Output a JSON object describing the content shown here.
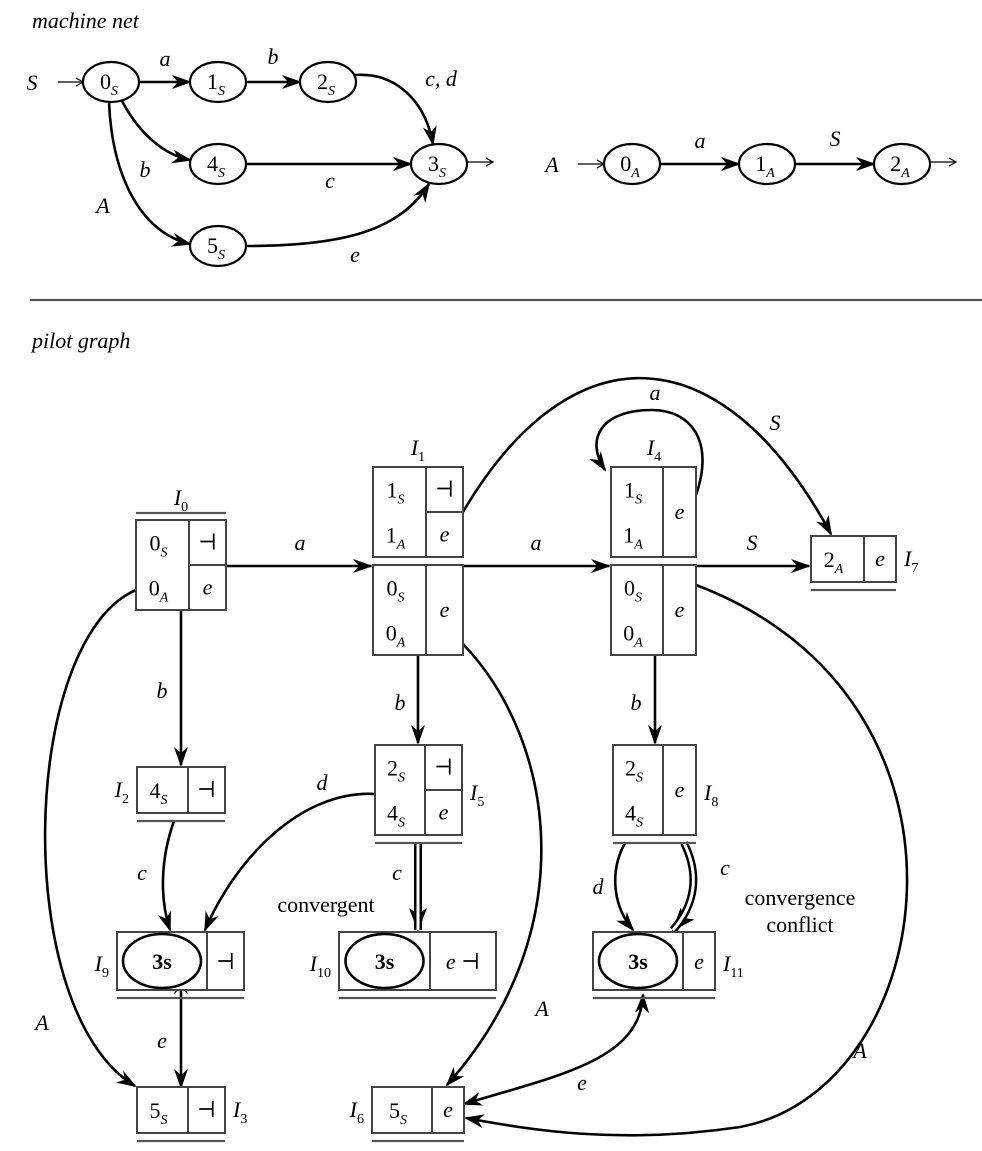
{
  "sections": {
    "machine_net_title": "machine net",
    "pilot_graph_title": "pilot graph"
  },
  "machine_net": {
    "machines": [
      {
        "name": "S",
        "states": [
          {
            "id": "0S",
            "num": "0",
            "sub": "S",
            "initial": true,
            "final": false
          },
          {
            "id": "1S",
            "num": "1",
            "sub": "S",
            "initial": false,
            "final": false
          },
          {
            "id": "2S",
            "num": "2",
            "sub": "S",
            "initial": false,
            "final": false
          },
          {
            "id": "3S",
            "num": "3",
            "sub": "S",
            "initial": false,
            "final": true
          },
          {
            "id": "4S",
            "num": "4",
            "sub": "S",
            "initial": false,
            "final": false
          },
          {
            "id": "5S",
            "num": "5",
            "sub": "S",
            "initial": false,
            "final": false
          }
        ],
        "transitions": [
          {
            "from": "0S",
            "to": "1S",
            "label": "a"
          },
          {
            "from": "1S",
            "to": "2S",
            "label": "b"
          },
          {
            "from": "2S",
            "to": "3S",
            "label": "c, d"
          },
          {
            "from": "0S",
            "to": "4S",
            "label": "b"
          },
          {
            "from": "4S",
            "to": "3S",
            "label": "c"
          },
          {
            "from": "0S",
            "to": "5S",
            "label": "A"
          },
          {
            "from": "5S",
            "to": "3S",
            "label": "e"
          }
        ]
      },
      {
        "name": "A",
        "states": [
          {
            "id": "0A",
            "num": "0",
            "sub": "A",
            "initial": true,
            "final": false
          },
          {
            "id": "1A",
            "num": "1",
            "sub": "A",
            "initial": false,
            "final": false
          },
          {
            "id": "2A",
            "num": "2",
            "sub": "A",
            "initial": false,
            "final": true
          }
        ],
        "transitions": [
          {
            "from": "0A",
            "to": "1A",
            "label": "a"
          },
          {
            "from": "1A",
            "to": "2A",
            "label": "S"
          }
        ]
      }
    ]
  },
  "pilot_graph": {
    "end_marker": "⊣",
    "nodes": [
      {
        "id": "I0",
        "name": "I",
        "index": "0",
        "groups": [
          {
            "rows": [
              {
                "state": "0",
                "sub": "S",
                "la": "⊣"
              },
              {
                "state": "0",
                "sub": "A",
                "la": "e"
              }
            ]
          }
        ]
      },
      {
        "id": "I1",
        "name": "I",
        "index": "1",
        "groups": [
          {
            "rows": [
              {
                "state": "1",
                "sub": "S",
                "la": "⊣"
              },
              {
                "state": "1",
                "sub": "A",
                "la": "e"
              }
            ]
          },
          {
            "rows": [
              {
                "state": "0",
                "sub": "S",
                "la": "e"
              },
              {
                "state": "0",
                "sub": "A",
                "la": "e"
              }
            ],
            "merged_la": "e"
          }
        ]
      },
      {
        "id": "I2",
        "name": "I",
        "index": "2",
        "groups": [
          {
            "rows": [
              {
                "state": "4",
                "sub": "S",
                "la": "⊣"
              }
            ]
          }
        ]
      },
      {
        "id": "I3",
        "name": "I",
        "index": "3",
        "groups": [
          {
            "rows": [
              {
                "state": "5",
                "sub": "S",
                "la": "⊣"
              }
            ]
          }
        ]
      },
      {
        "id": "I4",
        "name": "I",
        "index": "4",
        "groups": [
          {
            "rows": [
              {
                "state": "1",
                "sub": "S",
                "la": "e"
              },
              {
                "state": "1",
                "sub": "A",
                "la": "e"
              }
            ],
            "merged_la": "e"
          },
          {
            "rows": [
              {
                "state": "0",
                "sub": "S",
                "la": "e"
              },
              {
                "state": "0",
                "sub": "A",
                "la": "e"
              }
            ],
            "merged_la": "e"
          }
        ]
      },
      {
        "id": "I5",
        "name": "I",
        "index": "5",
        "groups": [
          {
            "rows": [
              {
                "state": "2",
                "sub": "S",
                "la": "⊣"
              },
              {
                "state": "4",
                "sub": "S",
                "la": "e"
              }
            ]
          }
        ]
      },
      {
        "id": "I6",
        "name": "I",
        "index": "6",
        "groups": [
          {
            "rows": [
              {
                "state": "5",
                "sub": "S",
                "la": "e"
              }
            ]
          }
        ]
      },
      {
        "id": "I7",
        "name": "I",
        "index": "7",
        "groups": [
          {
            "rows": [
              {
                "state": "2",
                "sub": "A",
                "la": "e"
              }
            ]
          }
        ]
      },
      {
        "id": "I8",
        "name": "I",
        "index": "8",
        "groups": [
          {
            "rows": [
              {
                "state": "2",
                "sub": "S",
                "la": "e"
              },
              {
                "state": "4",
                "sub": "S",
                "la": "e"
              }
            ],
            "merged_la": "e"
          }
        ]
      },
      {
        "id": "I9",
        "name": "I",
        "index": "9",
        "final_state": "3s",
        "la": "⊣"
      },
      {
        "id": "I10",
        "name": "I",
        "index": "10",
        "final_state": "3s",
        "la": "e  ⊣"
      },
      {
        "id": "I11",
        "name": "I",
        "index": "11",
        "final_state": "3s",
        "la": "e"
      }
    ],
    "edges": [
      {
        "from": "I0",
        "to": "I1",
        "label": "a"
      },
      {
        "from": "I0",
        "to": "I2",
        "label": "b"
      },
      {
        "from": "I0",
        "to": "I3",
        "label": "A"
      },
      {
        "from": "I1",
        "to": "I4",
        "label": "a"
      },
      {
        "from": "I1",
        "to": "I5",
        "label": "b"
      },
      {
        "from": "I1",
        "to": "I6",
        "label": "A"
      },
      {
        "from": "I1",
        "to": "I7",
        "label": "S"
      },
      {
        "from": "I2",
        "to": "I9",
        "label": "c"
      },
      {
        "from": "I3",
        "to": "I9",
        "label": "e"
      },
      {
        "from": "I4",
        "to": "I4",
        "label": "a"
      },
      {
        "from": "I4",
        "to": "I7",
        "label": "S"
      },
      {
        "from": "I4",
        "to": "I8",
        "label": "b"
      },
      {
        "from": "I4",
        "to": "I6",
        "label": "A"
      },
      {
        "from": "I5",
        "to": "I9",
        "label": "d"
      },
      {
        "from": "I5",
        "to": "I10",
        "label": "c",
        "double": true
      },
      {
        "from": "I6",
        "to": "I11",
        "label": "e"
      },
      {
        "from": "I8",
        "to": "I11",
        "label": "d"
      },
      {
        "from": "I8",
        "to": "I11",
        "label": "c",
        "double": true
      }
    ],
    "annotations": {
      "convergent": "convergent",
      "conflict_line1": "convergence",
      "conflict_line2": "conflict"
    }
  }
}
